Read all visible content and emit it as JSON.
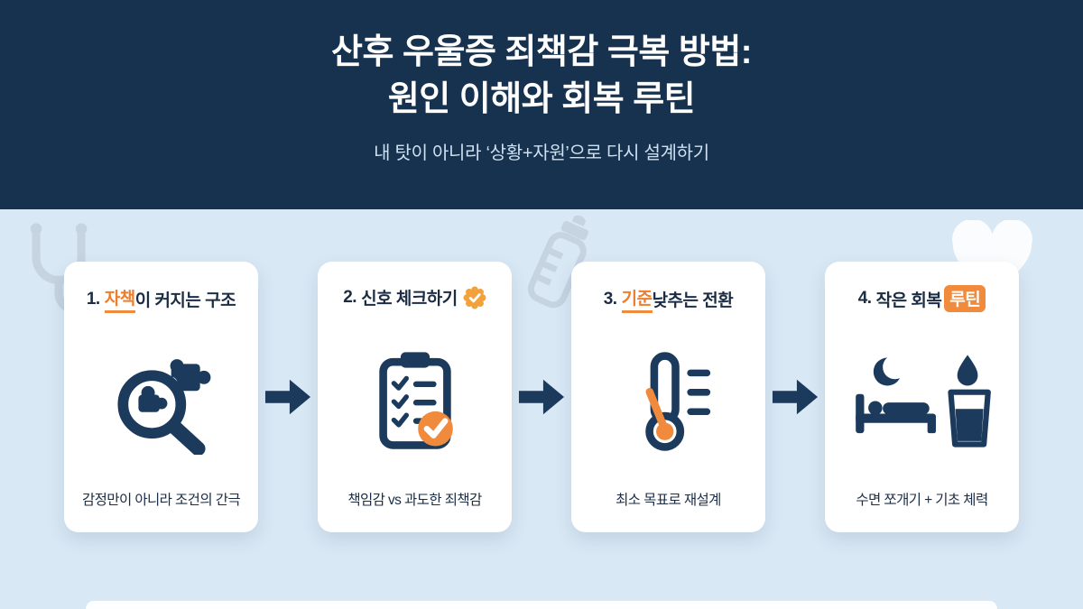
{
  "header": {
    "title_line1": "산후 우울증 죄책감 극복 방법:",
    "title_line2": "원인 이해와 회복 루틴",
    "subtitle": "내 탓이 아니라 ‘상황+자원’으로 다시 설계하기"
  },
  "cards": [
    {
      "number": "1.",
      "title_pre": "",
      "highlight": "자책",
      "title_post": "이 커지는 구조",
      "caption": "감정만이 아니라 조건의 간극",
      "icon": "magnifier-puzzle-icon"
    },
    {
      "number": "2.",
      "title_pre": "신호 체크하기",
      "highlight": "",
      "title_post": "",
      "caption": "책임감 vs 과도한 죄책감",
      "icon": "checklist-icon"
    },
    {
      "number": "3.",
      "title_pre": "",
      "highlight": "기준",
      "title_post": " 낮추는 전환",
      "caption": "최소 목표로 재설계",
      "icon": "thermometer-icon"
    },
    {
      "number": "4.",
      "title_pre": "작은 회복",
      "highlight": "루틴",
      "title_post": "",
      "caption": "수면 쪼개기 + 기초 체력",
      "icon": "sleep-hydration-icon"
    }
  ],
  "colors": {
    "header_bg": "#16324e",
    "page_bg": "#d9e8f5",
    "card_bg": "#ffffff",
    "accent_orange": "#f08a3c",
    "navy": "#1b3a5c"
  }
}
